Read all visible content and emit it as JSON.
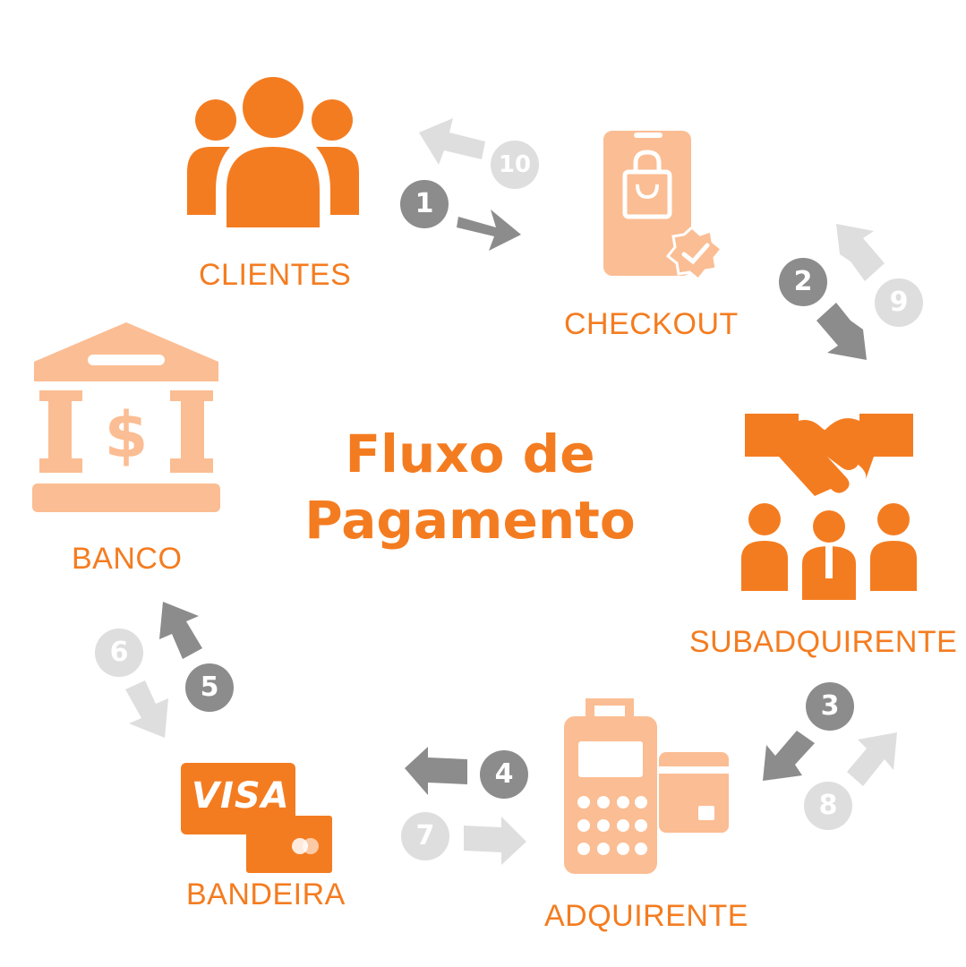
{
  "title": {
    "line1": "Fluxo de",
    "line2": "Pagamento"
  },
  "nodes": {
    "clientes": "CLIENTES",
    "checkout": "CHECKOUT",
    "subadquirente": "SUBADQUIRENTE",
    "adquirente": "ADQUIRENTE",
    "bandeira": "BANDEIRA",
    "banco": "BANCO"
  },
  "card": {
    "brand_text": "VISA"
  },
  "steps": [
    "1",
    "2",
    "3",
    "4",
    "5",
    "6",
    "7",
    "8",
    "9",
    "10"
  ],
  "colors": {
    "accent": "#f47c20",
    "accent_light": "#fbbd93",
    "arrow_dark": "#8c8c8c",
    "arrow_light": "#dedede"
  },
  "icons": {
    "clientes": "people-group-icon",
    "checkout": "phone-shopping-bag-icon",
    "subadquirente": "handshake-people-icon",
    "adquirente": "card-terminal-icon",
    "bandeira": "credit-card-icon",
    "banco": "bank-building-icon"
  }
}
